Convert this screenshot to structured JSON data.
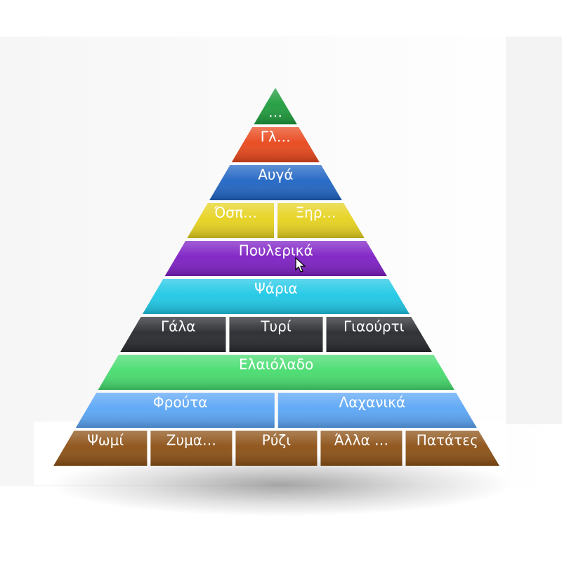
{
  "pyramid": {
    "levels": [
      {
        "color": "#1e9b3c",
        "cells": [
          "…"
        ]
      },
      {
        "color": "#e8461a",
        "cells": [
          "Γλ…"
        ]
      },
      {
        "color": "#1f64c3",
        "cells": [
          "Αυγά"
        ]
      },
      {
        "color": "#e6d21e",
        "cells": [
          "Όσπ…",
          "Ξηρ…"
        ]
      },
      {
        "color": "#7d1ec4",
        "cells": [
          "Πουλερικά"
        ]
      },
      {
        "color": "#1ec8e6",
        "cells": [
          "Ψάρια"
        ]
      },
      {
        "color": "#26282d",
        "cells": [
          "Γάλα",
          "Τυρί",
          "Γιαούρτι"
        ]
      },
      {
        "color": "#46dc6e",
        "cells": [
          "Ελαιόλαδο"
        ]
      },
      {
        "color": "#5aa5f5",
        "cells": [
          "Φρούτα",
          "Λαχανικά"
        ]
      },
      {
        "color": "#8c5014",
        "cells": [
          "Ψωμί",
          "Ζυμα…",
          "Ρύζι",
          "Άλλα …",
          "Πατάτες"
        ]
      }
    ]
  }
}
